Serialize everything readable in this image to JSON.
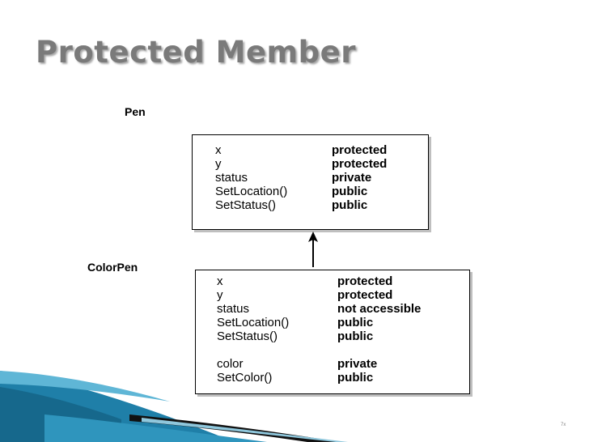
{
  "title": "Protected Member",
  "pen_class": {
    "name": "Pen",
    "members": [
      {
        "name": "x",
        "access": "protected"
      },
      {
        "name": "y",
        "access": "protected"
      },
      {
        "name": "status",
        "access": "private"
      },
      {
        "name": "SetLocation()",
        "access": "public"
      },
      {
        "name": "SetStatus()",
        "access": "public"
      }
    ]
  },
  "colorpen_class": {
    "name": "ColorPen",
    "members": [
      {
        "name": "x",
        "access": "protected"
      },
      {
        "name": "y",
        "access": "protected"
      },
      {
        "name": "status",
        "access": "not accessible"
      },
      {
        "name": "SetLocation()",
        "access": "public"
      },
      {
        "name": "SetStatus()",
        "access": "public"
      },
      {
        "name": "color",
        "access": "private"
      },
      {
        "name": "SetColor()",
        "access": "public"
      }
    ]
  },
  "page_number": "7x",
  "colors": {
    "title": "#7a7a7a",
    "accent_teal": "#1f7fa8",
    "accent_light": "#5fb6d6"
  }
}
